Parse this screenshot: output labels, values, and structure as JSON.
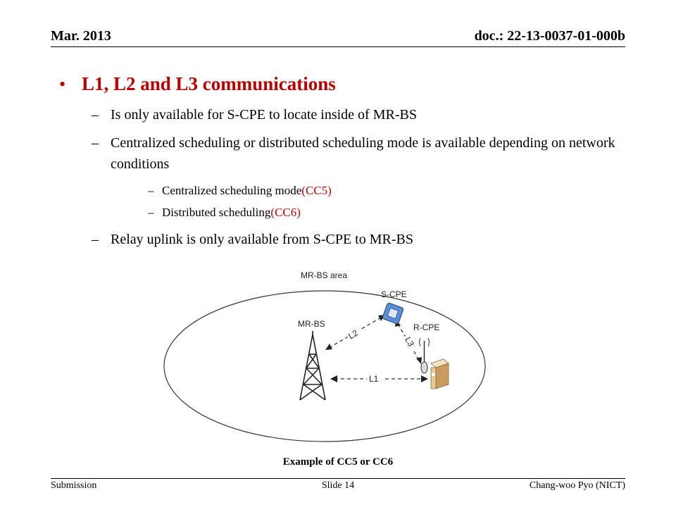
{
  "header": {
    "date": "Mar. 2013",
    "doc": "doc.: 22-13-0037-01-000b"
  },
  "bullet": {
    "title": "L1, L2 and L3 communications"
  },
  "sub_items": [
    "Is only available for S-CPE to locate inside of MR-BS",
    "Centralized scheduling or distributed scheduling mode is available depending on network conditions",
    "Relay uplink is only available from S-CPE to MR-BS"
  ],
  "sub_sub_items": [
    {
      "text": "Centralized scheduling mode ",
      "code": "(CC5)"
    },
    {
      "text": "Distributed scheduling ",
      "code": "(CC6)"
    }
  ],
  "diagram": {
    "area_label": "MR-BS area",
    "scpe_label": "S-CPE",
    "mrbs_label": "MR-BS",
    "rcpe_label": "R-CPE",
    "l1_label": "L1",
    "l2_label": "L2",
    "l3_label": "L3"
  },
  "caption": "Example of CC5 or CC6",
  "footer": {
    "left": "Submission",
    "center": "Slide 14",
    "right": "Chang-woo Pyo (NICT)"
  }
}
